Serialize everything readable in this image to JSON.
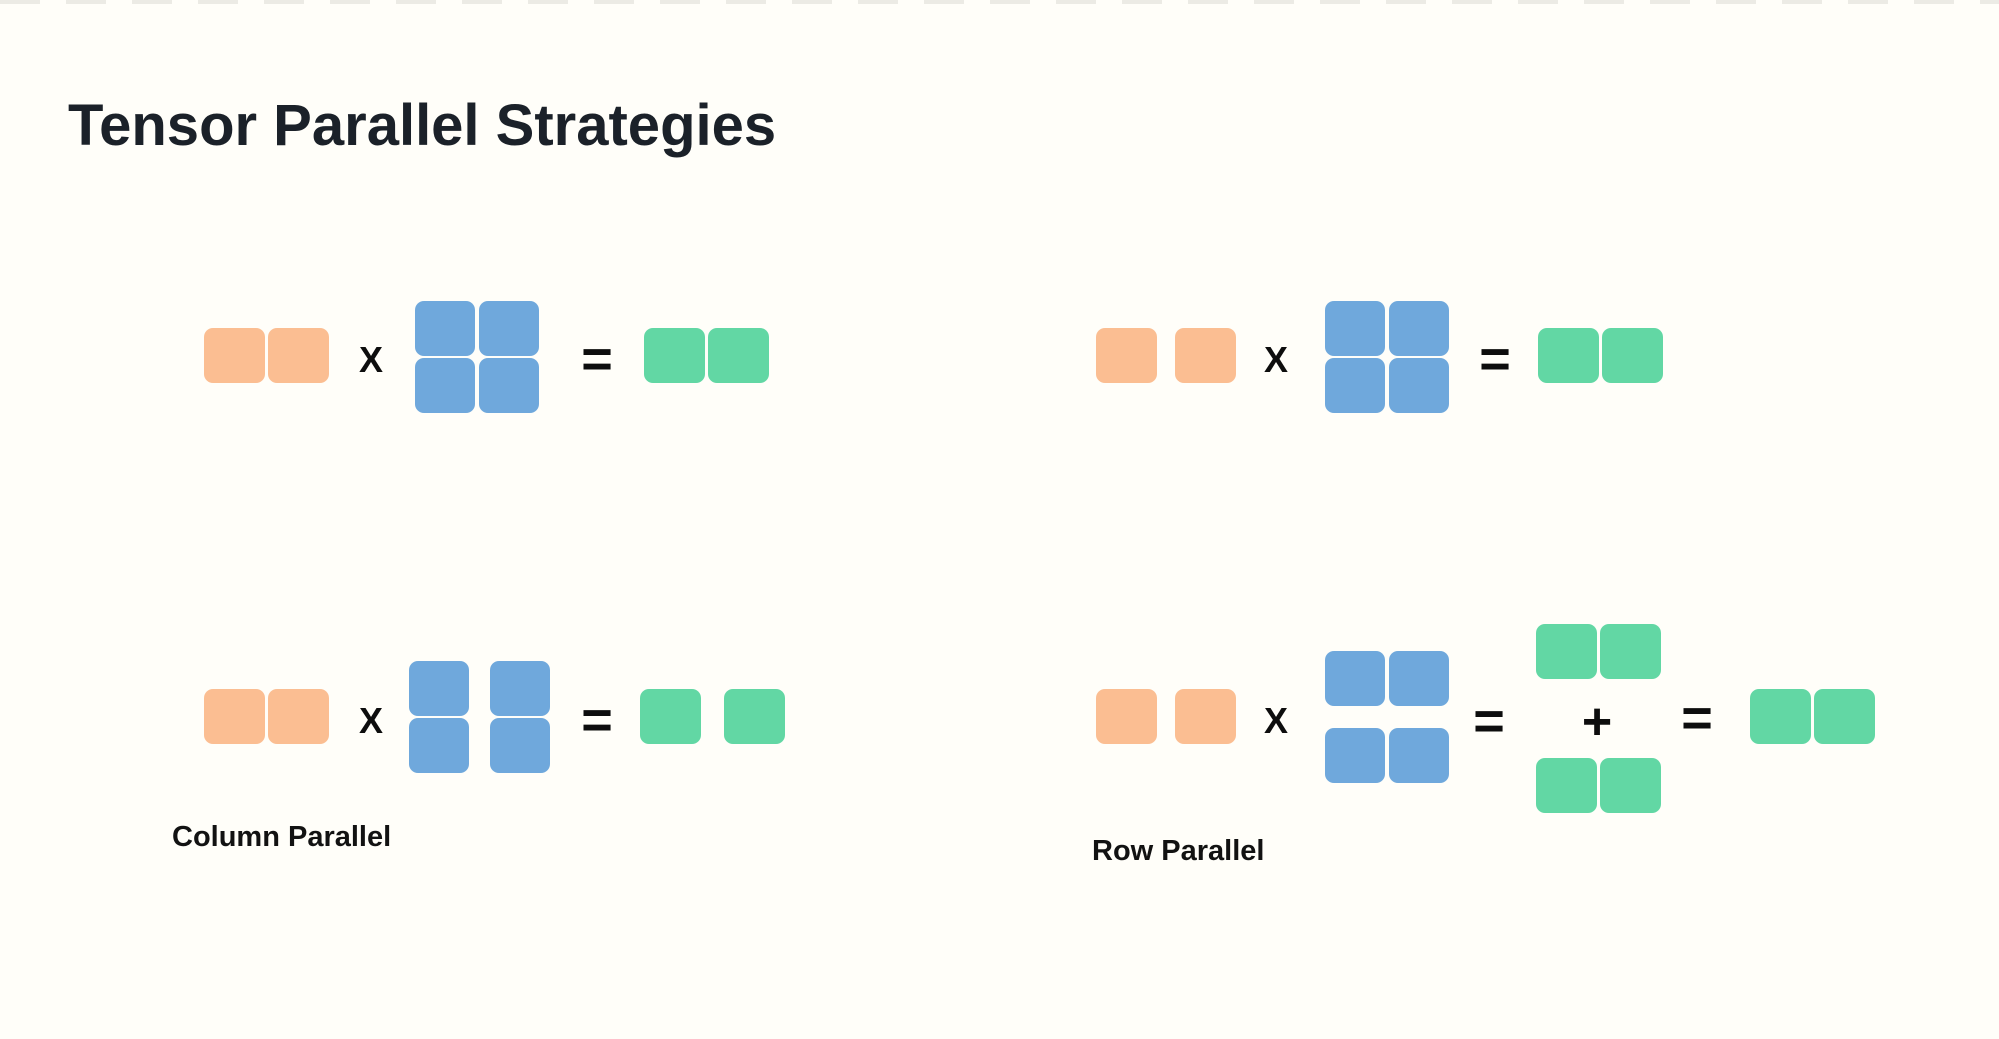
{
  "page": {
    "title": "Tensor Parallel Strategies",
    "background": "#FFFEF9",
    "title_color": "#1B2129",
    "label_color": "#121212",
    "operator_color": "#0D0D0D"
  },
  "colors": {
    "input": "#FBBE92",
    "weight": "#6FA8DC",
    "output": "#62D7A4",
    "edge_dash": "#ECEBE5"
  },
  "operators": {
    "multiply": "X",
    "equals": "=",
    "plus": "+"
  },
  "labels": {
    "column_parallel": "Column Parallel",
    "row_parallel": "Row Parallel"
  },
  "diagrams": [
    {
      "position": "top-left",
      "name": "full-matmul",
      "input": "1x2 row vector (joined)",
      "weight": "2x2 matrix (joined)",
      "result": "1x2 output (joined)"
    },
    {
      "position": "top-right",
      "name": "full-matmul-split-input",
      "input": "1x2 row vector (split)",
      "weight": "2x2 matrix (joined)",
      "result": "1x2 output (joined)"
    },
    {
      "position": "bottom-left",
      "name": "column-parallel",
      "input": "1x2 row vector (joined)",
      "weight": "2x2 matrix split by columns",
      "result": "two 1x1 shards (split)"
    },
    {
      "position": "bottom-right",
      "name": "row-parallel",
      "input": "1x2 row vector (split)",
      "weight": "2x2 matrix split by rows",
      "result": "two 1x2 partials summed = 1x2 output"
    }
  ]
}
